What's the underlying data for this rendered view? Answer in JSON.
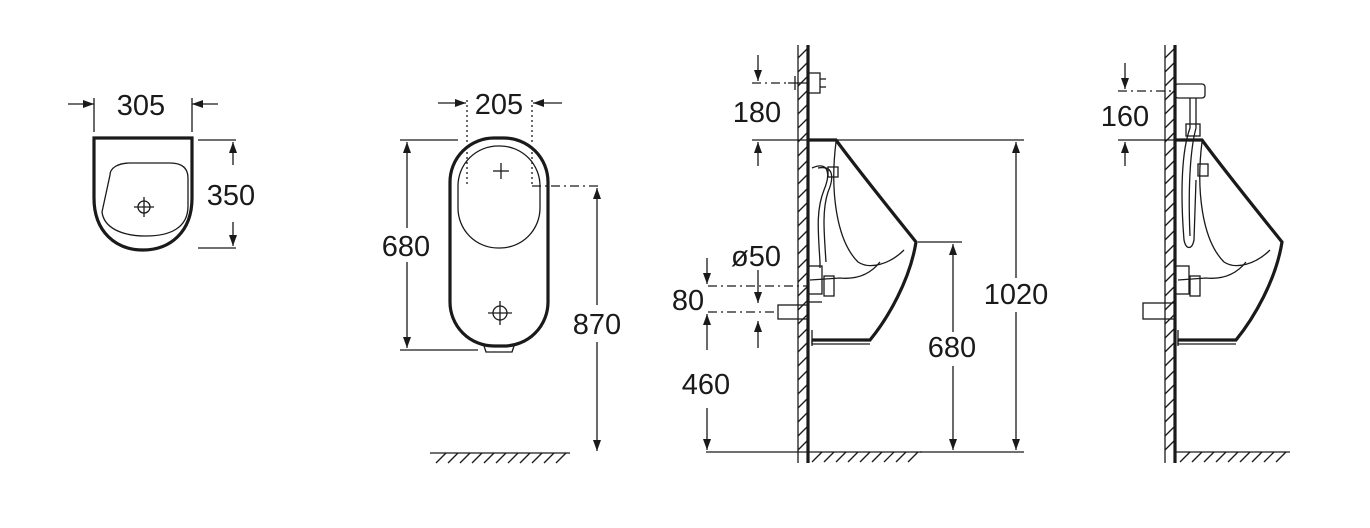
{
  "colors": {
    "line": "#1a1a1a",
    "background": "#ffffff"
  },
  "views": {
    "top": {
      "width": "305",
      "depth": "350"
    },
    "front": {
      "width": "205",
      "height": "680",
      "mount_height": "870"
    },
    "side_rear": {
      "inlet_offset": "180",
      "outlet_diameter": "ø50",
      "outlet_spacing": "80",
      "outlet_height": "460",
      "lip_height": "680",
      "total_height": "1020"
    },
    "side_top": {
      "inlet_offset": "160"
    }
  }
}
